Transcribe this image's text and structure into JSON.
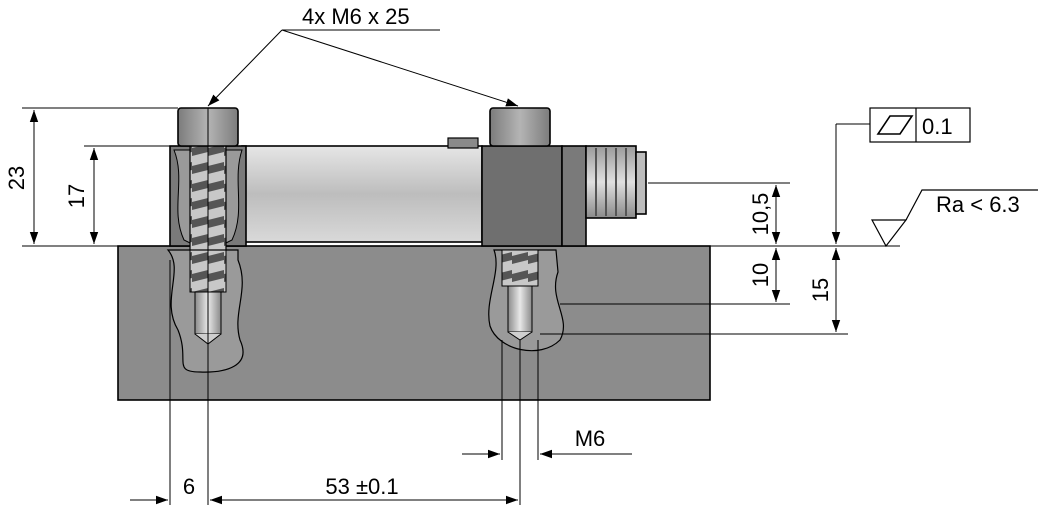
{
  "callout": {
    "text": "4x M6 x 25"
  },
  "dimensions": {
    "overall_height": "23",
    "clamp_height": "17",
    "connector_height": "10,5",
    "thread_depth": "10",
    "hole_depth": "15",
    "screw_offset": "6",
    "screw_spacing": "53 ±0.1",
    "thread_size": "M6"
  },
  "flatness": {
    "tolerance": "0.1",
    "symbol": "flatness-parallelogram"
  },
  "surface": {
    "roughness": "Ra < 6.3"
  },
  "colors": {
    "base_plate": "#8c8c8c",
    "clamp_block": "#7a7a7a",
    "cylinder_body": "#c8c8c8",
    "screw_head": "#9a9a9a",
    "line": "#000000"
  }
}
